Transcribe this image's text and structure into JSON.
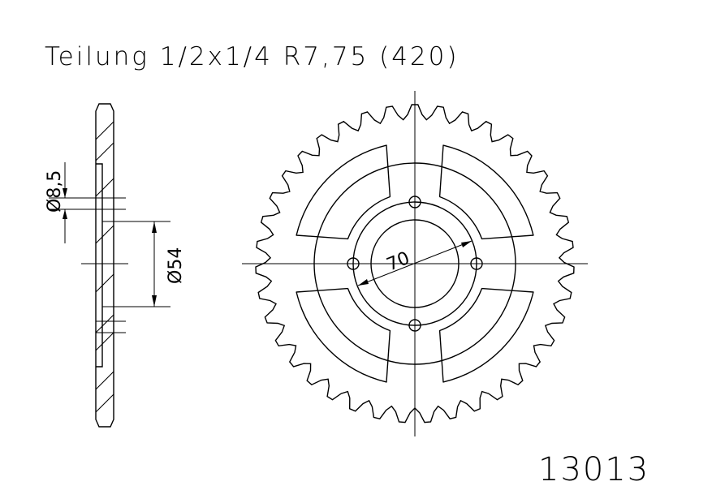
{
  "header": {
    "title": "Teilung 1/2x1/4 R7,75 (420)"
  },
  "part_number": "13013",
  "dimensions": {
    "bolt_hole_diameter": "Ø8,5",
    "center_bore_diameter": "Ø54",
    "bolt_circle": "70"
  },
  "sprocket": {
    "teeth": 39,
    "bolt_holes": 4,
    "lightening_cutouts": 4
  },
  "colors": {
    "line": "#000000",
    "background": "#ffffff"
  }
}
